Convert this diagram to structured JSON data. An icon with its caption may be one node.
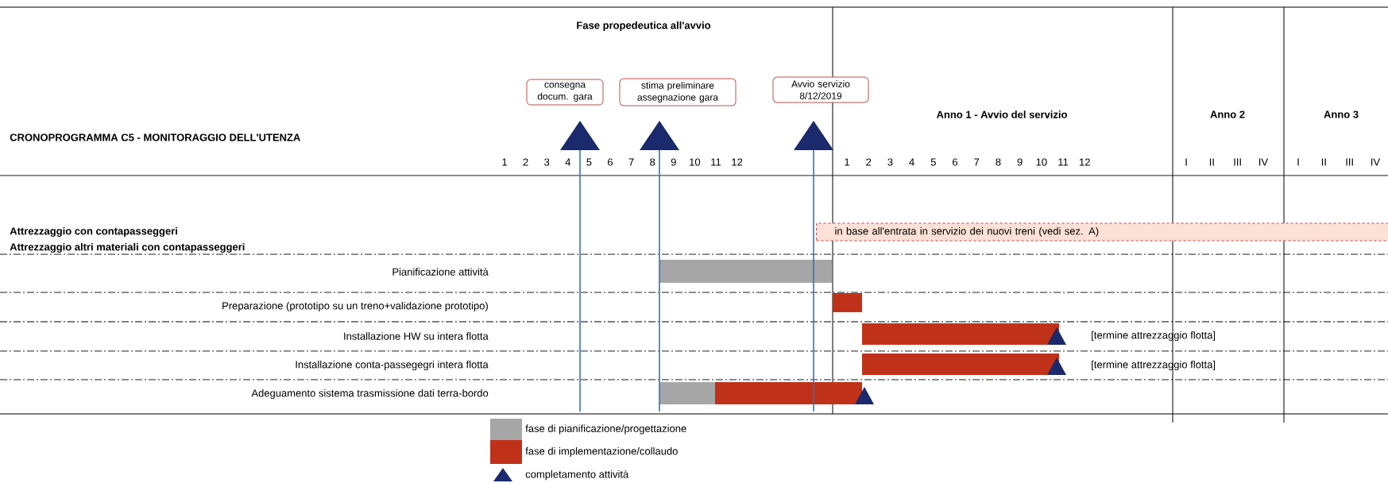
{
  "diagram": {
    "nodes": [
      {
        "text": [
          "consegna docum. gara"
        ]
      },
      {
        "text": [
          "stima preliminare assegnazione gara"
        ]
      },
      {
        "text": [
          "Avvio servizio 8/12/2019"
        ]
      },
      {
        "text": [
          "in base all'entrata in servizio dei nuovi treni (vedi sez. A)"
        ]
      }
    ],
    "labels": [
      "Fase propedeutica all'avvio",
      "Anno 1 - Avvio del servizio",
      "Anno 2",
      "Anno 3",
      "CRONOPROGRAMMA C5 - MONITORAGGIO DELL'UTENZA",
      "1",
      "2",
      "3",
      "4",
      "5",
      "6",
      "7",
      "8",
      "9",
      "10",
      "11",
      "12",
      "1",
      "2",
      "3",
      "4",
      "5",
      "6",
      "7",
      "8",
      "9",
      "10",
      "11",
      "12",
      "I",
      "II",
      "III",
      "IV",
      "I",
      "II",
      "III",
      "IV",
      "Attrezzaggio con contapasseggeri",
      "Attrezzaggio altri materiali con contapasseggeri",
      "Pianificazione attività",
      "Preparazione (prototipo su un treno+validazione prototipo)",
      "Installazione HW su intera flotta",
      "[termine attrezzaggio flotta]",
      "Installazione conta-passegegri intera flotta",
      "[termine attrezzaggio flotta]",
      "Adeguamento sistema trasmissione dati terra-bordo"
    ],
    "legend": [
      {
        "text": "fase di pianificazione/progettazione",
        "color": "#a6a6a6"
      },
      {
        "text": "fase di implementazione/collaudo",
        "color": "#c0311a"
      },
      {
        "text": "completamento attività"
      }
    ]
  }
}
